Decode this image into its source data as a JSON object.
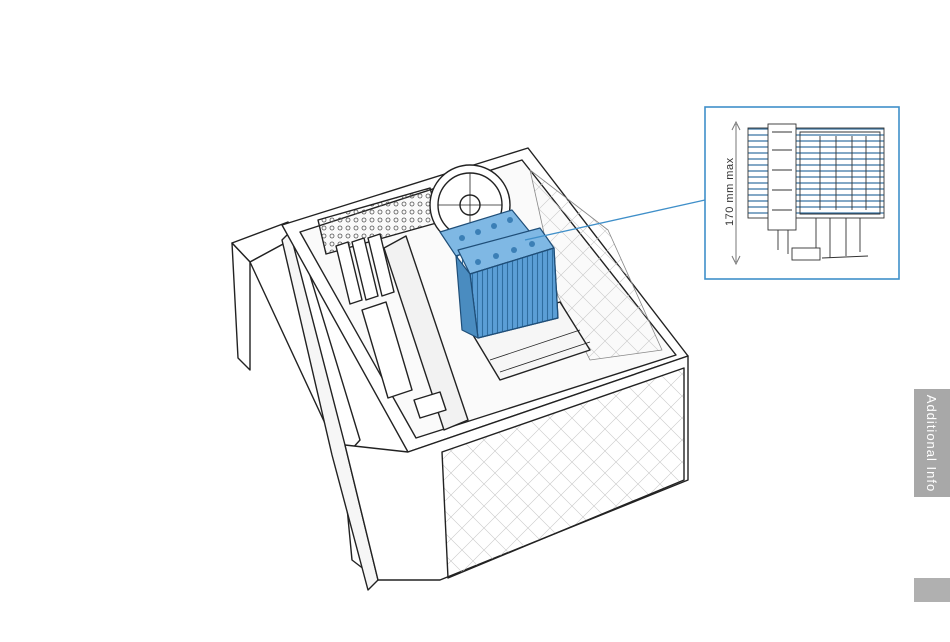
{
  "callout": {
    "dimension_label": "170 mm max",
    "accent_color": "#3f8fc9",
    "cooler_color": "#5b9fd6"
  },
  "sidebar": {
    "section_tab_label": "Additional Info",
    "tab_color": "#a8a8a8"
  },
  "icons": [
    "case-illustration",
    "cpu-cooler-icon",
    "radiator-fan-icon"
  ]
}
